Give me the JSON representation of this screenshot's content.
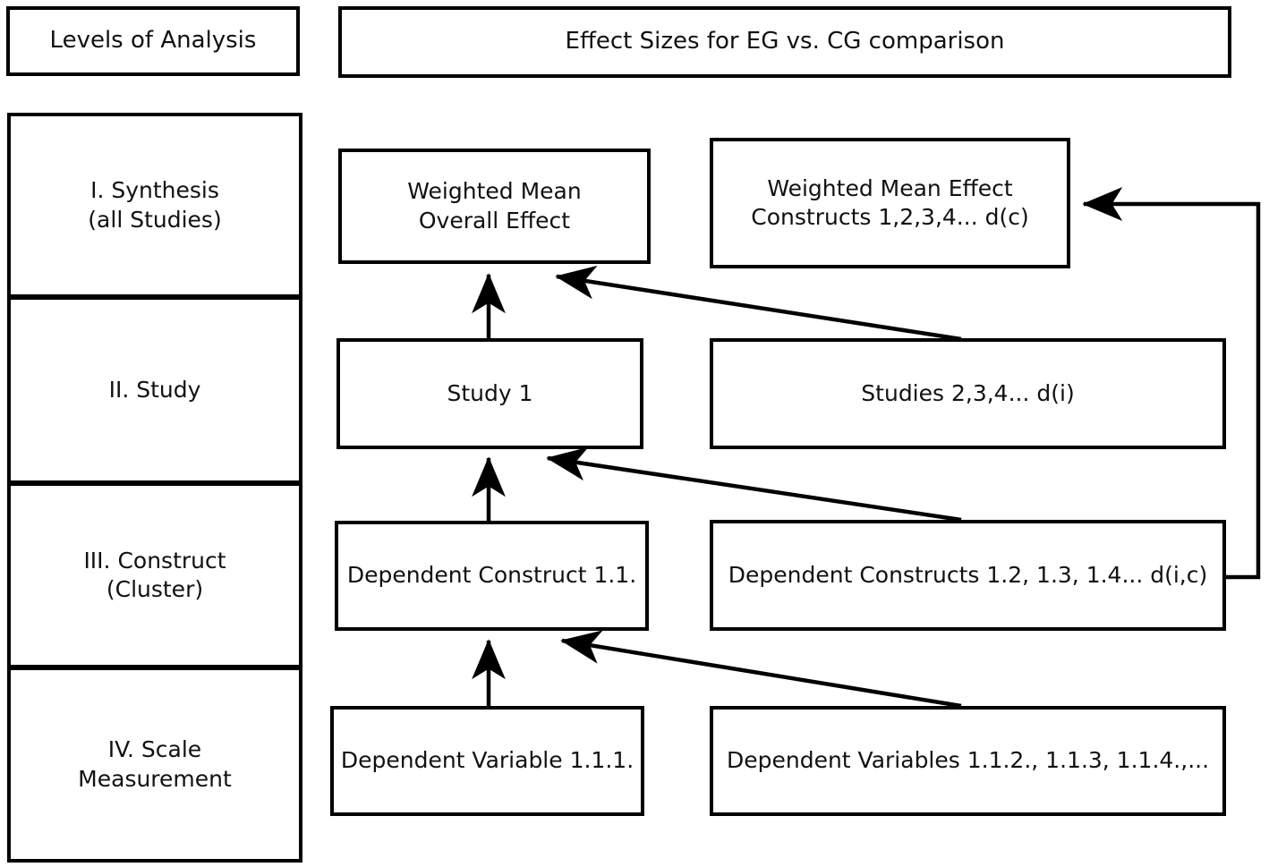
{
  "diagram": {
    "headers": {
      "left": "Levels of Analysis",
      "right": "Effect Sizes for EG vs. CG comparison"
    },
    "levels": [
      {
        "id": "level-1",
        "label": "I. Synthesis\n(all Studies)"
      },
      {
        "id": "level-2",
        "label": "II. Study"
      },
      {
        "id": "level-3",
        "label": "III. Construct\n(Cluster)"
      },
      {
        "id": "level-4",
        "label": "IV. Scale\nMeasurement"
      }
    ],
    "nodes": {
      "synthesis_primary": "Weighted Mean\nOverall Effect",
      "synthesis_secondary": "Weighted Mean Effect\nConstructs 1,2,3,4... d(c)",
      "study_primary": "Study 1",
      "study_secondary": "Studies 2,3,4... d(i)",
      "construct_primary": "Dependent Construct 1.1.",
      "construct_secondary": "Dependent Constructs 1.2, 1.3, 1.4... d(i,c)",
      "variable_primary": "Dependent Variable 1.1.1.",
      "variable_secondary": "Dependent Variables 1.1.2., 1.1.3, 1.1.4.,..."
    },
    "colors": {
      "stroke": "#000000",
      "fill": "#ffffff",
      "text": "#111111"
    },
    "connectors": [
      {
        "name": "variable-to-construct-vertical",
        "type": "straight-up"
      },
      {
        "name": "variables-secondary-to-construct-diagonal",
        "type": "diagonal-up-left"
      },
      {
        "name": "construct-to-study-vertical",
        "type": "straight-up"
      },
      {
        "name": "constructs-secondary-to-study-diagonal",
        "type": "diagonal-up-left"
      },
      {
        "name": "study-to-synthesis-vertical",
        "type": "straight-up"
      },
      {
        "name": "studies-secondary-to-synthesis-diagonal",
        "type": "diagonal-up-left"
      },
      {
        "name": "constructs-secondary-to-weighted-mean-constructs",
        "type": "orthogonal-right-up-left"
      }
    ]
  }
}
